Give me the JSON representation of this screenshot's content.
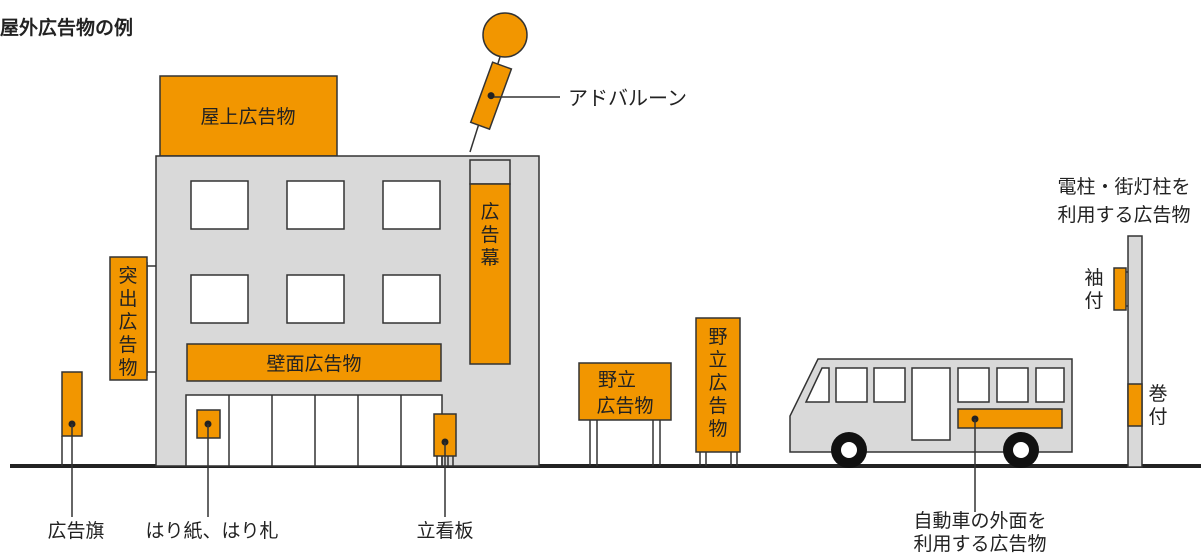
{
  "title": "屋外広告物の例",
  "labels": {
    "roof": "屋上広告物",
    "balloon": "アドバルーン",
    "banner": "広告幕",
    "projecting": "突出広告物",
    "wall": "壁面広告物",
    "standing_h_line1": "野立",
    "standing_h_line2": "広告物",
    "standing_v": "野立広告物",
    "pole_line1": "電柱・街灯柱を",
    "pole_line2": "利用する広告物",
    "sode": "袖付",
    "maki": "巻付",
    "flag": "広告旗",
    "posters": "はり紙、はり札",
    "stand": "立看板",
    "vehicle_line1": "自動車の外面を",
    "vehicle_line2": "利用する広告物"
  },
  "colors": {
    "orange": "#F29600",
    "building_gray": "#D9D9D9",
    "outline": "#333333",
    "ground": "#222222"
  }
}
